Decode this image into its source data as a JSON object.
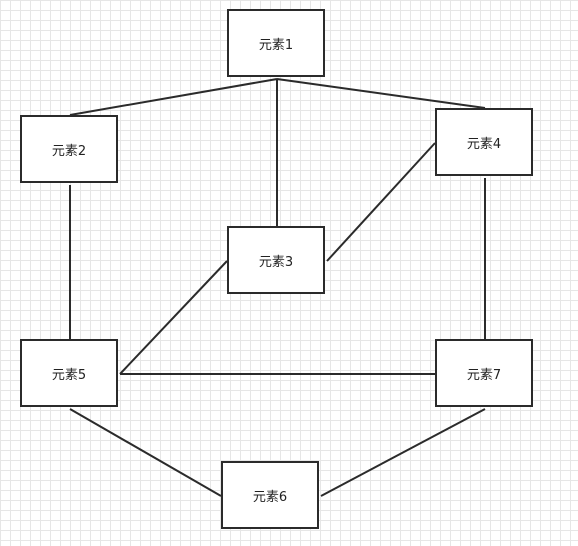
{
  "nodes": [
    {
      "id": "n1",
      "label": "元素1"
    },
    {
      "id": "n2",
      "label": "元素2"
    },
    {
      "id": "n3",
      "label": "元素3"
    },
    {
      "id": "n4",
      "label": "元素4"
    },
    {
      "id": "n5",
      "label": "元素5"
    },
    {
      "id": "n6",
      "label": "元素6"
    },
    {
      "id": "n7",
      "label": "元素7"
    }
  ],
  "edges": [
    {
      "from": "元素1",
      "to": "元素2"
    },
    {
      "from": "元素1",
      "to": "元素3"
    },
    {
      "from": "元素1",
      "to": "元素4"
    },
    {
      "from": "元素2",
      "to": "元素5"
    },
    {
      "from": "元素3",
      "to": "元素4"
    },
    {
      "from": "元素3",
      "to": "元素5"
    },
    {
      "from": "元素4",
      "to": "元素7"
    },
    {
      "from": "元素5",
      "to": "元素7"
    },
    {
      "from": "元素5",
      "to": "元素6"
    },
    {
      "from": "元素7",
      "to": "元素6"
    }
  ]
}
